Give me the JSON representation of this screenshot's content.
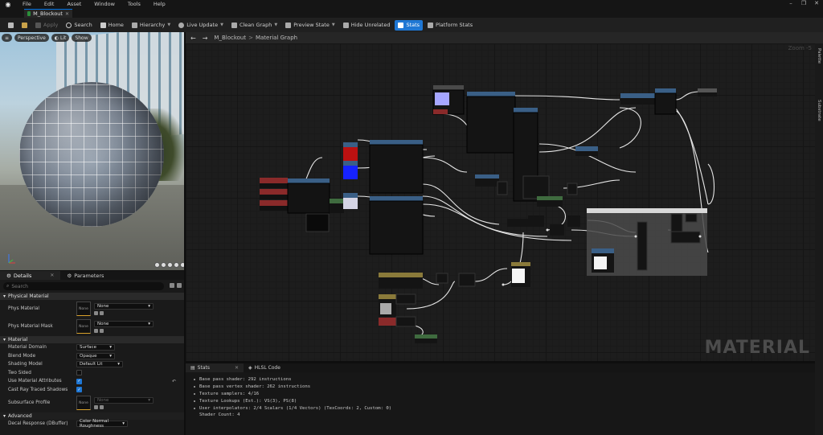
{
  "menu": {
    "items": [
      "File",
      "Edit",
      "Asset",
      "Window",
      "Tools",
      "Help"
    ]
  },
  "tab": {
    "title": "M_Blockout"
  },
  "toolbar": {
    "apply": "Apply",
    "search": "Search",
    "home": "Home",
    "hierarchy": "Hierarchy",
    "live_update": "Live Update",
    "clean_graph": "Clean Graph",
    "preview_state": "Preview State",
    "hide_unrelated": "Hide Unrelated",
    "stats": "Stats",
    "platform_stats": "Platform Stats"
  },
  "viewport": {
    "perspective": "Perspective",
    "lit": "Lit",
    "show": "Show"
  },
  "details": {
    "tab_details": "Details",
    "tab_parameters": "Parameters",
    "search_placeholder": "Search",
    "sections": {
      "physical": "Physical Material",
      "material": "Material",
      "advanced": "Advanced"
    },
    "phys_material": {
      "label": "Phys Material",
      "thumb": "None",
      "value": "None"
    },
    "phys_material_mask": {
      "label": "Phys Material Mask",
      "thumb": "None",
      "value": "None"
    },
    "material_domain": {
      "label": "Material Domain",
      "value": "Surface"
    },
    "blend_mode": {
      "label": "Blend Mode",
      "value": "Opaque"
    },
    "shading_model": {
      "label": "Shading Model",
      "value": "Default Lit"
    },
    "two_sided": {
      "label": "Two Sided",
      "checked": false
    },
    "use_material_attributes": {
      "label": "Use Material Attributes",
      "checked": true
    },
    "cast_ray_traced_shadows": {
      "label": "Cast Ray Traced Shadows",
      "checked": true
    },
    "subsurface_profile": {
      "label": "Subsurface Profile",
      "thumb": "None",
      "value": "None"
    },
    "decal_response": {
      "label": "Decal Response (DBuffer)",
      "value": "Color Normal Roughness"
    }
  },
  "graph": {
    "breadcrumb_root": "M_Blockout",
    "breadcrumb_leaf": "Material Graph",
    "zoom": "Zoom -5",
    "watermark": "MATERIAL"
  },
  "sidetabs": {
    "palette": "Palette",
    "substrate": "Substrate"
  },
  "stats": {
    "tab_stats": "Stats",
    "tab_hlsl": "HLSL Code",
    "lines": [
      "Base pass shader: 292 instructions",
      "Base pass vertex shader: 262 instructions",
      "Texture samplers: 4/16",
      "Texture Lookups (Est.): VS(3), PS(8)",
      "User interpolators: 2/4 Scalars (1/4 Vectors) (TexCoords: 2, Custom: 0)",
      "Shader Count: 4"
    ]
  },
  "colors": {
    "accent": "#1f77d4",
    "node_header_blue": "#3a5f86",
    "node_header_green": "#3f6b3f",
    "node_header_red": "#8a2a2a",
    "wire": "#e6e6e6"
  }
}
